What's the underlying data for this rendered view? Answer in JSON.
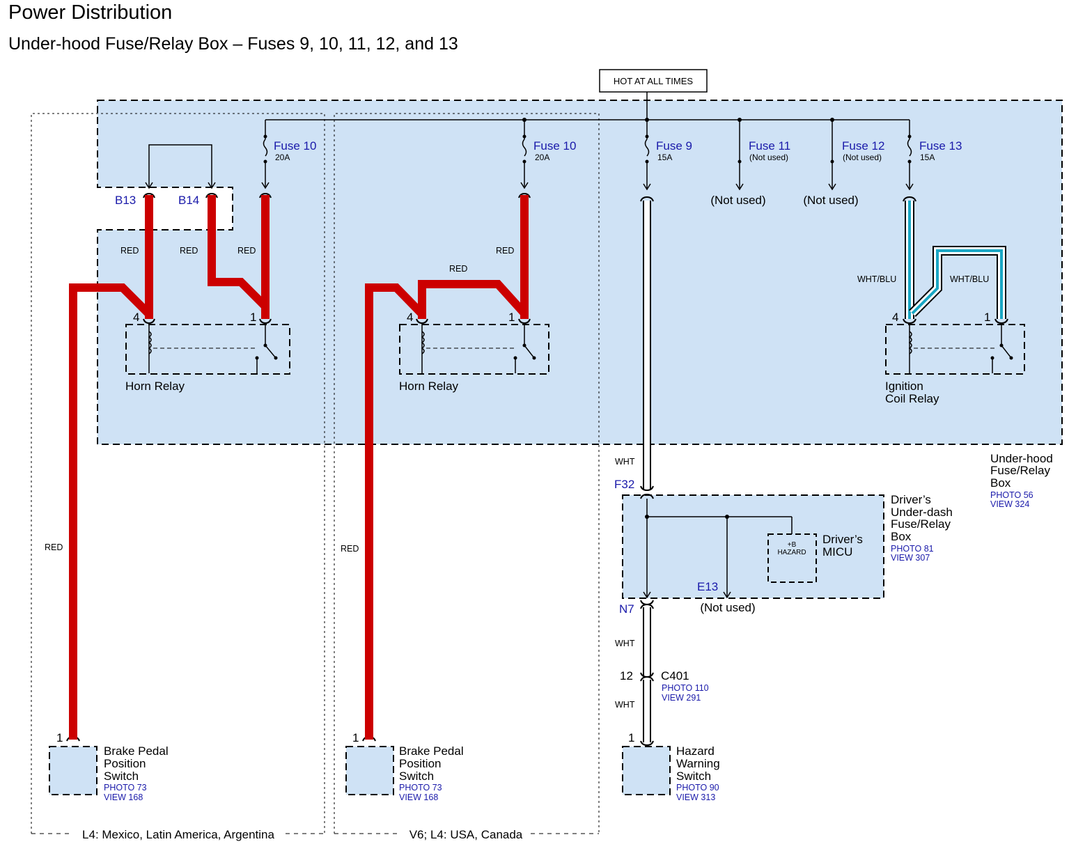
{
  "title": "Power Distribution",
  "subtitle": "Under-hood Fuse/Relay Box – Fuses 9, 10, 11, 12, and 13",
  "hot_label": "HOT AT ALL TIMES",
  "colors": {
    "box_fill": "#cfe2f5",
    "wire_red": "#cc0000",
    "wire_teal": "#1aa7c4",
    "label_blue": "#1a1aaa"
  },
  "fuses": [
    {
      "name": "Fuse 10",
      "rating": "20A"
    },
    {
      "name": "Fuse 10",
      "rating": "20A"
    },
    {
      "name": "Fuse 9",
      "rating": "15A"
    },
    {
      "name": "Fuse 11",
      "rating": "(Not used)"
    },
    {
      "name": "Fuse 12",
      "rating": "(Not used)"
    },
    {
      "name": "Fuse 13",
      "rating": "15A"
    }
  ],
  "not_used": "(Not used)",
  "connectors": {
    "b13": "B13",
    "b14": "B14",
    "f32": "F32",
    "n7": "N7",
    "e13": "E13",
    "c401": "C401",
    "c401_pin": "12",
    "pin1": "1",
    "pin4": "4"
  },
  "wire_colors": {
    "red": "RED",
    "wht": "WHT",
    "wht_blu": "WHT/BLU"
  },
  "relays": {
    "horn": "Horn Relay",
    "ignition_line1": "Ignition",
    "ignition_line2": "Coil Relay"
  },
  "boxes": {
    "underhood": {
      "line1": "Under-hood",
      "line2": "Fuse/Relay",
      "line3": "Box",
      "photo": "PHOTO 56",
      "view": "VIEW 324"
    },
    "underdash": {
      "line1": "Driver’s",
      "line2": "Under-dash",
      "line3": "Fuse/Relay",
      "line4": "Box",
      "photo": "PHOTO 81",
      "view": "VIEW 307"
    },
    "micu": {
      "line1": "Driver’s",
      "line2": "MICU",
      "pin_b": "+B",
      "pin_hazard": "HAZARD"
    },
    "c401": {
      "photo": "PHOTO 110",
      "view": "VIEW 291"
    }
  },
  "components": {
    "brake_switch": {
      "line1": "Brake Pedal",
      "line2": "Position",
      "line3": "Switch",
      "photo": "PHOTO 73",
      "view": "VIEW 168"
    },
    "hazard_switch": {
      "line1": "Hazard",
      "line2": "Warning",
      "line3": "Switch",
      "photo": "PHOTO 90",
      "view": "VIEW 313"
    }
  },
  "variants": {
    "left": "L4: Mexico, Latin America, Argentina",
    "right": "V6; L4: USA, Canada"
  }
}
